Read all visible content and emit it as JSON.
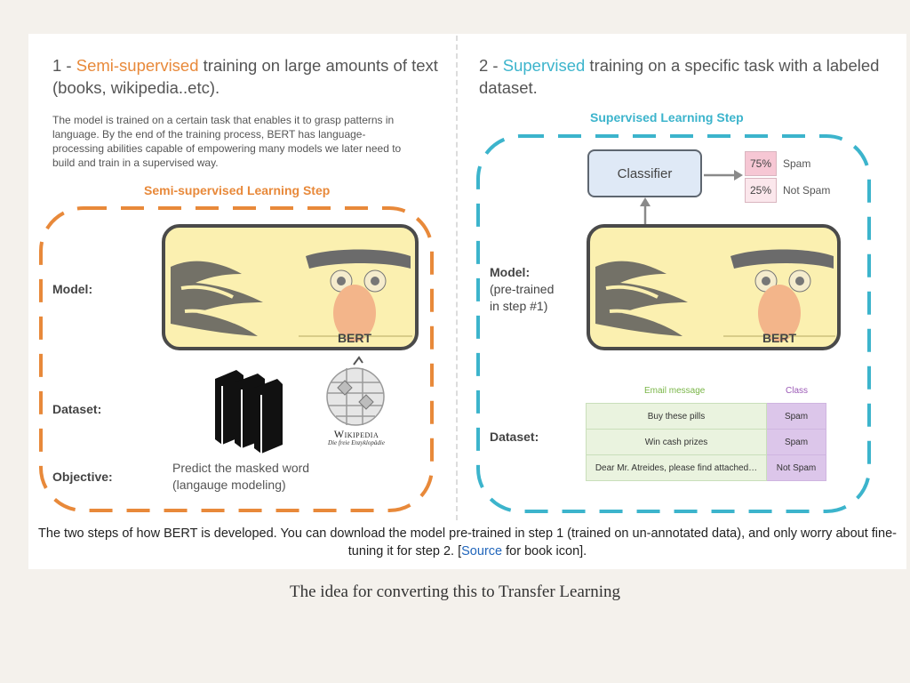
{
  "left": {
    "heading": {
      "prefix": "1 - ",
      "highlight": "Semi-supervised",
      "rest": " training on large amounts of text (books, wikipedia..etc)."
    },
    "description": "The model is trained on a certain task that enables it to grasp patterns in language. By the end of the training process, BERT has language-processing abilities capable of empowering many models we later need to build and train in a supervised way.",
    "step_title": "Semi-supervised Learning Step",
    "labels": {
      "model": "Model:",
      "dataset": "Dataset:",
      "objective": "Objective:"
    },
    "model_name": "BERT",
    "objective_text": [
      "Predict the masked word",
      "(langauge modeling)"
    ],
    "wikipedia_logo": {
      "name": "Wikipedia",
      "tagline": "Die freie Enzyklopädie"
    }
  },
  "right": {
    "heading": {
      "prefix": "2 - ",
      "highlight": "Supervised",
      "rest": " training on a specific task with a labeled dataset."
    },
    "step_title": "Supervised Learning Step",
    "labels": {
      "model": "Model:",
      "model_sub": [
        "(pre-trained",
        "in step #1)"
      ],
      "dataset": "Dataset:"
    },
    "model_name": "BERT",
    "classifier": "Classifier",
    "outputs": [
      {
        "percent": "75%",
        "label": "Spam",
        "probability": 0.75
      },
      {
        "percent": "25%",
        "label": "Not Spam",
        "probability": 0.25
      }
    ],
    "dataset": {
      "headers": {
        "message": "Email message",
        "class": "Class"
      },
      "rows": [
        {
          "message": "Buy these pills",
          "class": "Spam"
        },
        {
          "message": "Win cash prizes",
          "class": "Spam"
        },
        {
          "message": "Dear Mr. Atreides, please find attached…",
          "class": "Not Spam"
        }
      ]
    }
  },
  "caption": {
    "text": "The two steps of how BERT is developed. You can download the model pre-trained in step 1 (trained on un-annotated data), and only worry about fine-tuning it for step 2. [",
    "link": "Source",
    "after": " for book icon]."
  },
  "footer": "The idea for converting this to Transfer Learning",
  "colors": {
    "orange": "#e8893a",
    "teal": "#3cb4cc",
    "bert_bg": "#fbf0b0",
    "high_prob": "#f6c7d4",
    "low_prob": "#fbe7ec",
    "class_col": "#dcc6ea",
    "message_col": "#eaf3df"
  }
}
